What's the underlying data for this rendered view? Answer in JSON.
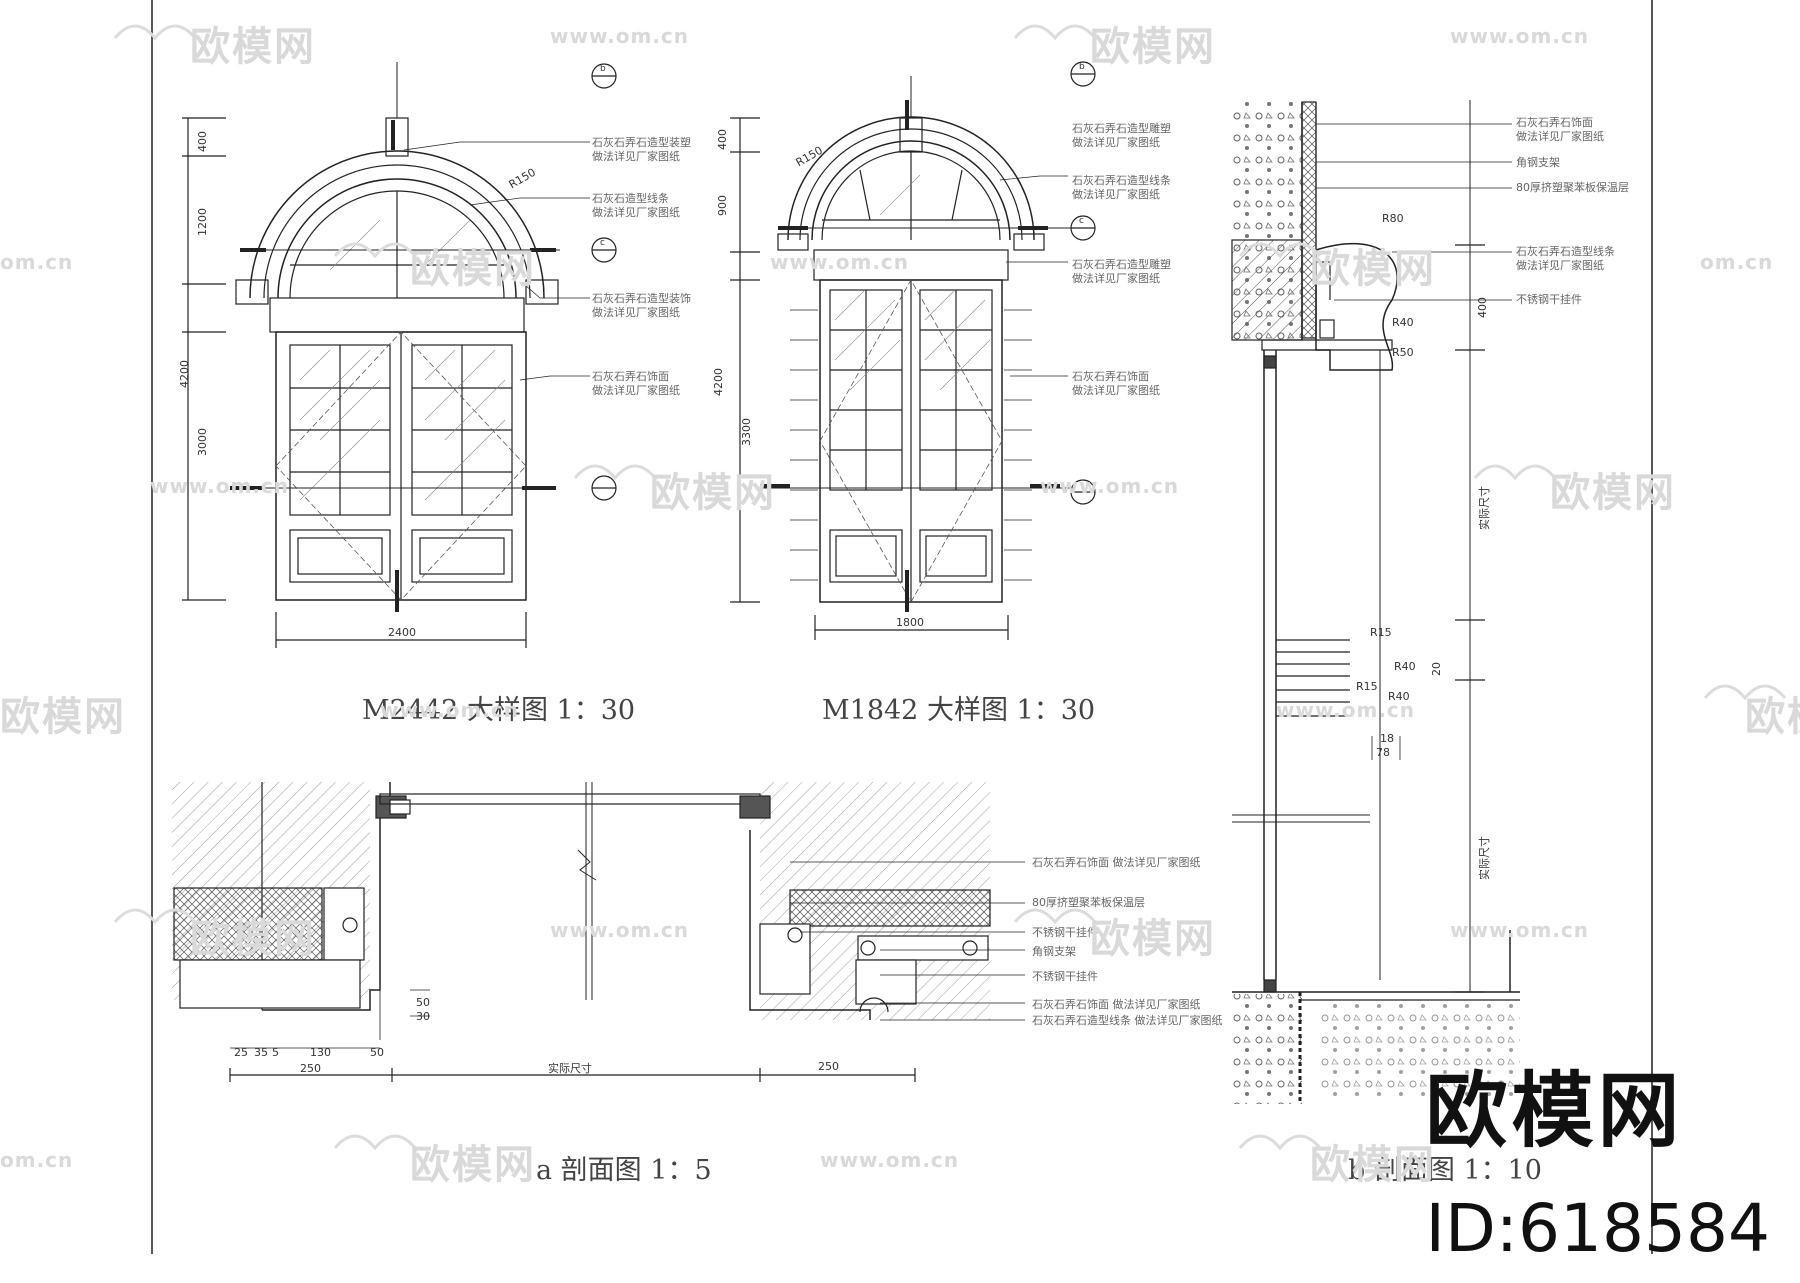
{
  "drawings": {
    "m2442": {
      "title": "M2442 大样图 1：30",
      "width_dim": "2400",
      "vdims": [
        "400",
        "1200",
        "4200",
        "3000"
      ],
      "notes": [
        "石灰石弄石造型装塑\n做法详见厂家图纸",
        "石灰石造型线条\n做法详见厂家图纸",
        "石灰石弄石造型装饰\n做法详见厂家图纸",
        "石灰石弄石饰面\n做法详见厂家图纸"
      ],
      "radius": "R150"
    },
    "m1842": {
      "title": "M1842 大样图 1：30",
      "width_dim": "1800",
      "vdims": [
        "400",
        "900",
        "4200",
        "3300"
      ],
      "notes": [
        "石灰石弄石造型雕塑\n做法详见厂家图纸",
        "石灰石弄石造型线条\n做法详见厂家图纸",
        "石灰石弄石造型雕塑\n做法详见厂家图纸",
        "石灰石弄石饰面\n做法详见厂家图纸"
      ],
      "radius": "R150"
    },
    "sec_a": {
      "title": "a 剖面图 1：5",
      "notes": [
        "石灰石弄石饰面 做法详见厂家图纸",
        "80厚挤塑聚苯板保温层",
        "不锈钢干挂件",
        "角钢支架",
        "不锈钢干挂件",
        "石灰石弄石饰面 做法详见厂家图纸",
        "石灰石弄石造型线条 做法详见厂家图纸"
      ],
      "dims": [
        "25",
        "35",
        "5",
        "130",
        "50",
        "250",
        "实际尺寸",
        "250",
        "50",
        "30"
      ]
    },
    "sec_b": {
      "title": "b 剖面图 1：10",
      "notes": [
        "石灰石弄石饰面\n做法详见厂家图纸",
        "角钢支架",
        "80厚挤塑聚苯板保温层",
        "石灰石弄石造型线条\n做法详见厂家图纸",
        "不锈钢干挂件"
      ],
      "vdims": [
        "400",
        "实际尺寸",
        "实际尺寸"
      ],
      "dims": [
        "R80",
        "R40",
        "R50",
        "R15",
        "R40",
        "R15",
        "R40",
        "78",
        "18",
        "20"
      ]
    },
    "markers": [
      "b",
      "c",
      "b",
      "c"
    ]
  },
  "watermarks": {
    "brand": "欧模网",
    "url": "www.om.cn",
    "url_short": "om.cn"
  },
  "badge": {
    "name": "欧模网",
    "id": "ID:618584"
  },
  "colors": {
    "line": "#222222",
    "hatch": "#555555",
    "watermark": "#d9d9d9"
  }
}
